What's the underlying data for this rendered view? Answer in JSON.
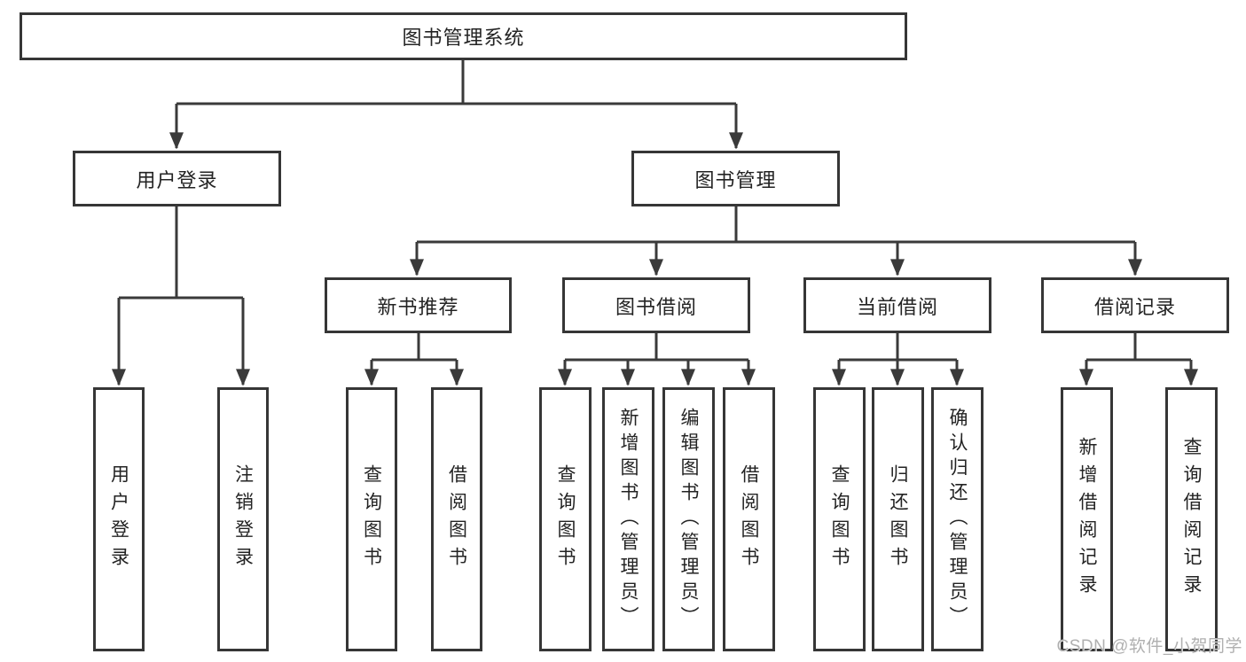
{
  "tree": {
    "root": {
      "label": "图书管理系统"
    },
    "branches": [
      {
        "label": "用户登录",
        "children": [
          {
            "label": "用户登录"
          },
          {
            "label": "注销登录"
          }
        ]
      },
      {
        "label": "图书管理",
        "children": [
          {
            "label": "新书推荐",
            "children": [
              {
                "label": "查询图书"
              },
              {
                "label": "借阅图书"
              }
            ]
          },
          {
            "label": "图书借阅",
            "children": [
              {
                "label": "查询图书"
              },
              {
                "label": "新增图书（管理员）"
              },
              {
                "label": "编辑图书（管理员）"
              },
              {
                "label": "借阅图书"
              }
            ]
          },
          {
            "label": "当前借阅",
            "children": [
              {
                "label": "查询图书"
              },
              {
                "label": "归还图书"
              },
              {
                "label": "确认归还（管理员）"
              }
            ]
          },
          {
            "label": "借阅记录",
            "children": [
              {
                "label": "新增借阅记录"
              },
              {
                "label": "查询借阅记录"
              }
            ]
          }
        ]
      }
    ]
  },
  "watermark": {
    "text": "CSDN @软件_小贺同学",
    "color": "#b0b0b0"
  },
  "colors": {
    "line": "#3a3a3a",
    "box_border": "#363636",
    "text": "#232323",
    "background": "#ffffff"
  }
}
